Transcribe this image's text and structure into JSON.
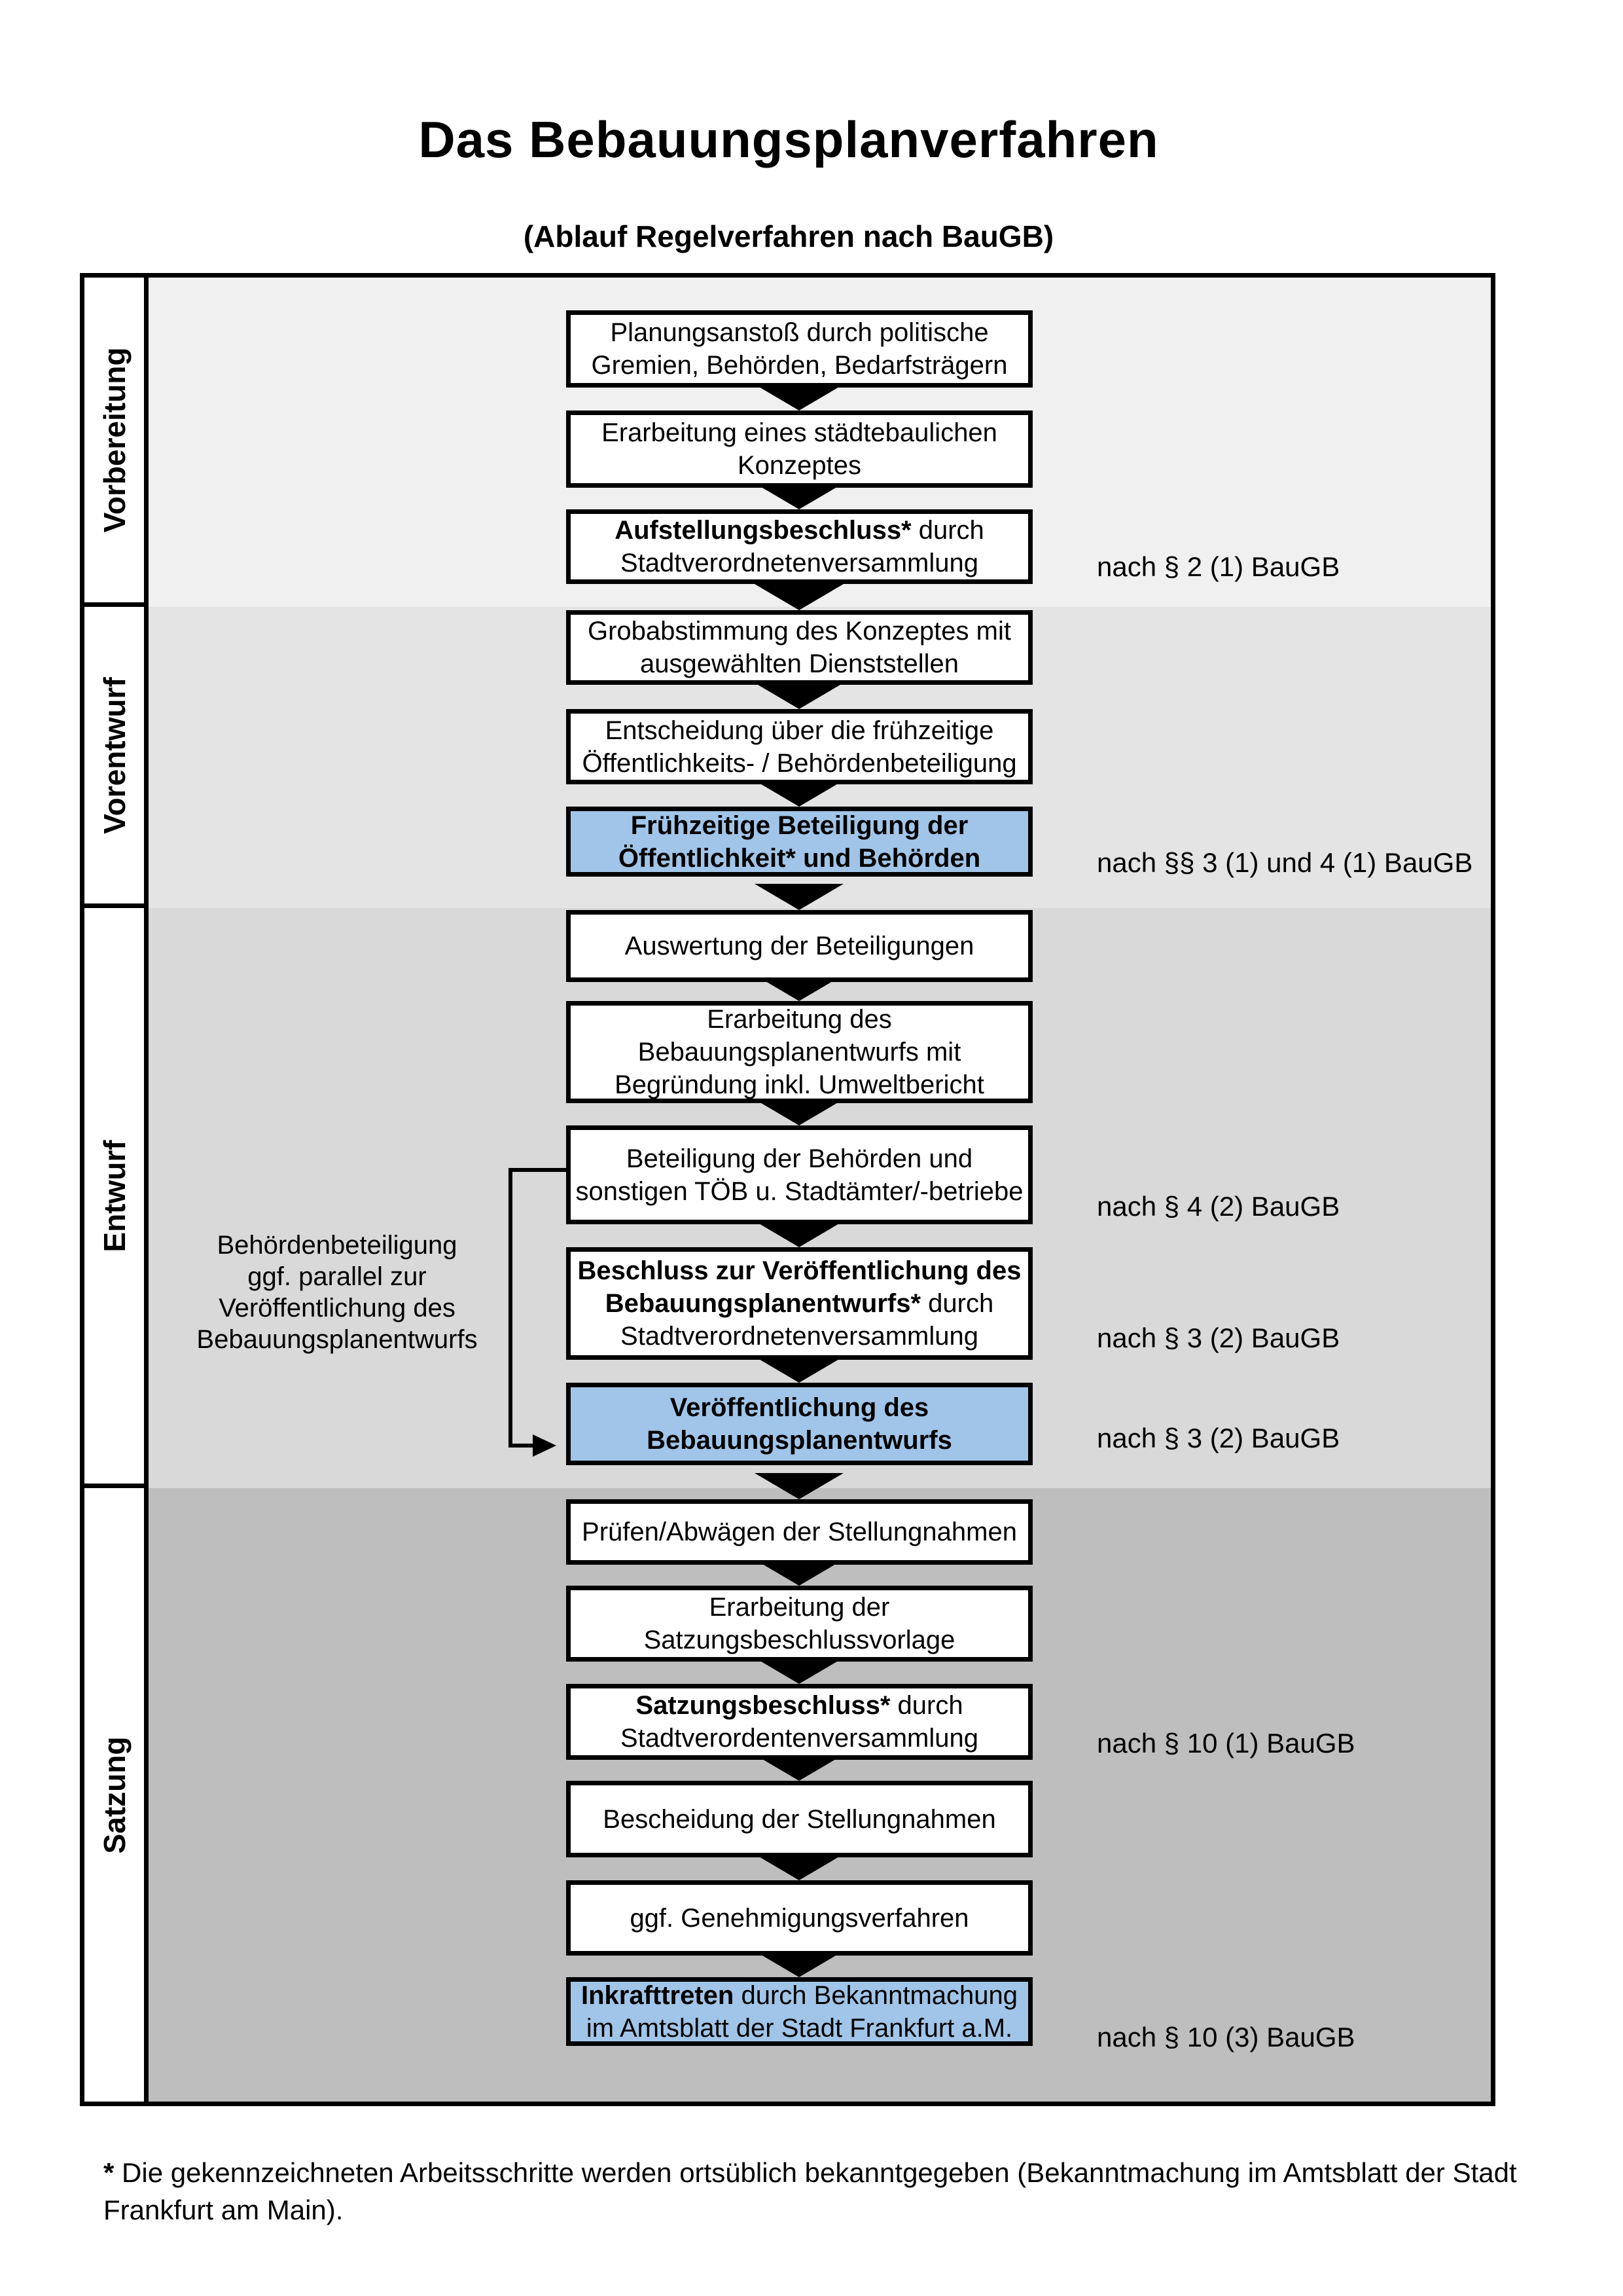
{
  "title": "Das Bebauungsplanverfahren",
  "subtitle": "(Ablauf Regelverfahren nach BauGB)",
  "colors": {
    "highlight_box_bg": "#a1c5e8",
    "box_bg": "#ffffff",
    "border": "#000000",
    "phase_backgrounds": [
      "#f0f0f0",
      "#e4e4e4",
      "#d9d9d9",
      "#bebebe"
    ]
  },
  "phases": [
    {
      "label": "Vorbereitung"
    },
    {
      "label": "Vorentwurf"
    },
    {
      "label": "Entwurf"
    },
    {
      "label": "Satzung"
    }
  ],
  "boxes": [
    {
      "phase": "Vorbereitung",
      "highlighted": false,
      "lines": [
        "Planungsanstoß durch politische",
        "Gremien, Behörden, Bedarfsträgern"
      ]
    },
    {
      "phase": "Vorbereitung",
      "highlighted": false,
      "lines": [
        "Erarbeitung eines städtebaulichen",
        "Konzeptes"
      ]
    },
    {
      "phase": "Vorbereitung",
      "highlighted": false,
      "lines": [
        [
          {
            "t": "Aufstellungsbeschluss*",
            "b": true
          },
          {
            "t": " durch"
          }
        ],
        "Stadtverordnetenversammlung"
      ],
      "law": "nach § 2 (1) BauGB"
    },
    {
      "phase": "Vorentwurf",
      "highlighted": false,
      "lines": [
        "Grobabstimmung des Konzeptes mit",
        "ausgewählten Dienststellen"
      ]
    },
    {
      "phase": "Vorentwurf",
      "highlighted": false,
      "lines": [
        "Entscheidung über die frühzeitige",
        "Öffentlichkeits- / Behördenbeteiligung"
      ]
    },
    {
      "phase": "Vorentwurf",
      "highlighted": true,
      "lines": [
        [
          {
            "t": "Frühzeitige Beteiligung der",
            "b": true
          }
        ],
        [
          {
            "t": "Öffentlichkeit* und Behörden",
            "b": true
          }
        ]
      ],
      "law": "nach §§ 3 (1) und 4 (1) BauGB"
    },
    {
      "phase": "Entwurf",
      "highlighted": false,
      "lines": [
        "Auswertung der Beteiligungen"
      ]
    },
    {
      "phase": "Entwurf",
      "highlighted": false,
      "lines": [
        "Erarbeitung des",
        "Bebauungsplanentwurfs mit",
        "Begründung inkl. Umweltbericht"
      ]
    },
    {
      "phase": "Entwurf",
      "highlighted": false,
      "lines": [
        "Beteiligung der Behörden und",
        "sonstigen TÖB u. Stadtämter/-betriebe"
      ],
      "law": "nach § 4 (2) BauGB"
    },
    {
      "phase": "Entwurf",
      "highlighted": false,
      "lines": [
        [
          {
            "t": "Beschluss zur Veröffentlichung des",
            "b": true
          }
        ],
        [
          {
            "t": "Bebauungsplanentwurfs*",
            "b": true
          },
          {
            "t": " durch"
          }
        ],
        "Stadtverordnetenversammlung"
      ],
      "law": "nach § 3 (2) BauGB"
    },
    {
      "phase": "Entwurf",
      "highlighted": true,
      "lines": [
        [
          {
            "t": "Veröffentlichung des",
            "b": true
          }
        ],
        [
          {
            "t": "Bebauungsplanentwurfs",
            "b": true
          }
        ]
      ],
      "law": "nach § 3 (2) BauGB"
    },
    {
      "phase": "Satzung",
      "highlighted": false,
      "lines": [
        "Prüfen/Abwägen der Stellungnahmen"
      ]
    },
    {
      "phase": "Satzung",
      "highlighted": false,
      "lines": [
        "Erarbeitung der",
        "Satzungsbeschlussvorlage"
      ]
    },
    {
      "phase": "Satzung",
      "highlighted": false,
      "lines": [
        [
          {
            "t": "Satzungsbeschluss*",
            "b": true
          },
          {
            "t": " durch"
          }
        ],
        "Stadtverordentenversammlung"
      ],
      "law": "nach § 10 (1) BauGB"
    },
    {
      "phase": "Satzung",
      "highlighted": false,
      "lines": [
        "Bescheidung der Stellungnahmen"
      ]
    },
    {
      "phase": "Satzung",
      "highlighted": false,
      "lines": [
        "ggf. Genehmigungsverfahren"
      ]
    },
    {
      "phase": "Satzung",
      "highlighted": true,
      "lines": [
        [
          {
            "t": "Inkrafttreten",
            "b": true
          },
          {
            "t": " durch Bekanntmachung"
          }
        ],
        "im Amtsblatt der Stadt Frankfurt a.M."
      ],
      "law": "nach § 10 (3) BauGB"
    }
  ],
  "side_note": {
    "lines": [
      "Behördenbeteiligung",
      "ggf. parallel zur",
      "Veröffentlichung des",
      "Bebauungsplanentwurfs"
    ]
  },
  "footnote": {
    "marker": "*",
    "text": " Die gekennzeichneten Arbeitsschritte werden ortsüblich bekanntgegeben (Bekanntmachung im Amtsblatt  der Stadt Frankfurt am Main)."
  }
}
